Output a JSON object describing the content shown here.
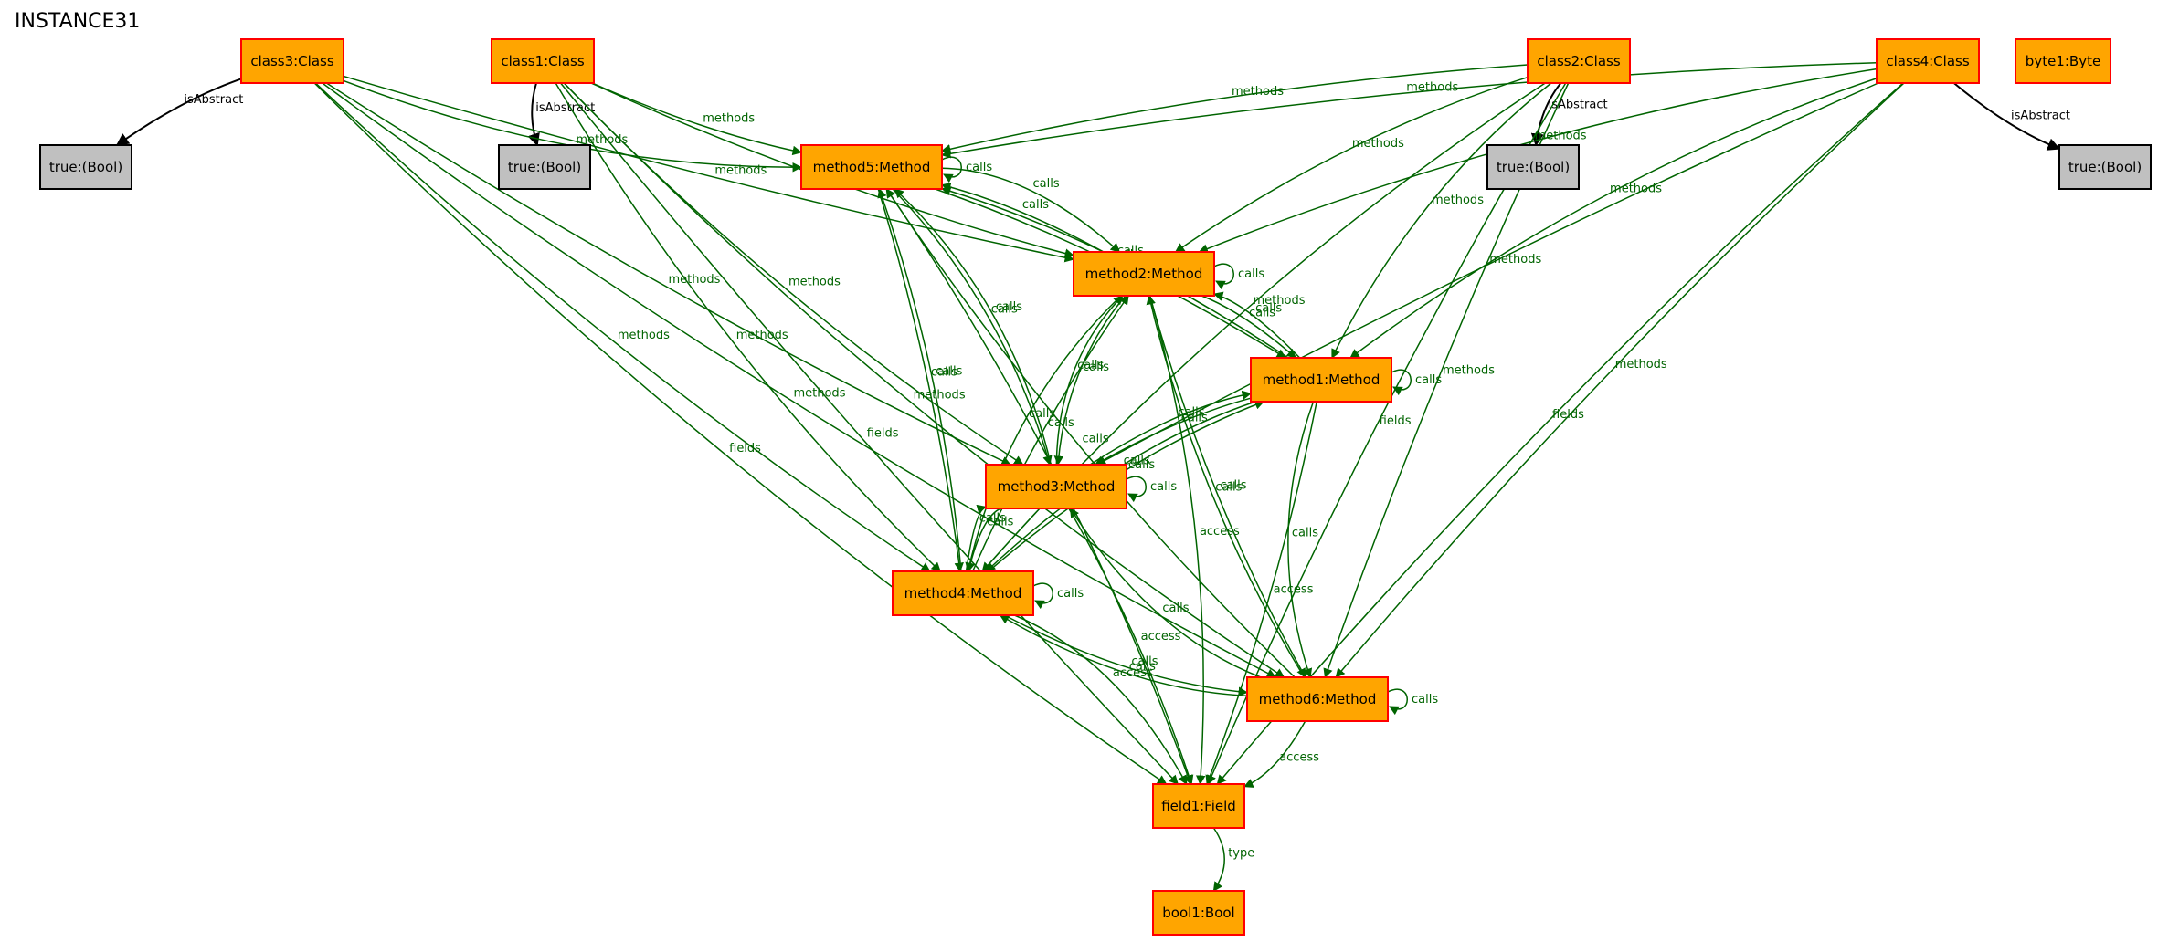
{
  "title": "INSTANCE31",
  "colors": {
    "class_fill": "#ffa500",
    "class_stroke": "#ff0000",
    "bool_fill": "#c0c0c0",
    "bool_stroke": "#000000",
    "edge": "#006400",
    "abstract_edge": "#000000"
  },
  "nodes": [
    {
      "id": "class3",
      "label": "class3:Class",
      "kind": "entity"
    },
    {
      "id": "class1",
      "label": "class1:Class",
      "kind": "entity"
    },
    {
      "id": "class2",
      "label": "class2:Class",
      "kind": "entity"
    },
    {
      "id": "class4",
      "label": "class4:Class",
      "kind": "entity"
    },
    {
      "id": "byte1",
      "label": "byte1:Byte",
      "kind": "entity"
    },
    {
      "id": "true3",
      "label": "true:(Bool)",
      "kind": "value"
    },
    {
      "id": "true1",
      "label": "true:(Bool)",
      "kind": "value"
    },
    {
      "id": "true2",
      "label": "true:(Bool)",
      "kind": "value"
    },
    {
      "id": "true4",
      "label": "true:(Bool)",
      "kind": "value"
    },
    {
      "id": "method5",
      "label": "method5:Method",
      "kind": "entity"
    },
    {
      "id": "method2",
      "label": "method2:Method",
      "kind": "entity"
    },
    {
      "id": "method1",
      "label": "method1:Method",
      "kind": "entity"
    },
    {
      "id": "method3",
      "label": "method3:Method",
      "kind": "entity"
    },
    {
      "id": "method4",
      "label": "method4:Method",
      "kind": "entity"
    },
    {
      "id": "method6",
      "label": "method6:Method",
      "kind": "entity"
    },
    {
      "id": "field1",
      "label": "field1:Field",
      "kind": "entity"
    },
    {
      "id": "bool1",
      "label": "bool1:Bool",
      "kind": "entity"
    }
  ],
  "edges": [
    {
      "from": "class3",
      "to": "true3",
      "label": "isAbstract"
    },
    {
      "from": "class1",
      "to": "true1",
      "label": "isAbstract"
    },
    {
      "from": "class2",
      "to": "true2",
      "label": "isAbstract"
    },
    {
      "from": "class4",
      "to": "true4",
      "label": "isAbstract"
    },
    {
      "from": "class3",
      "to": "method5",
      "label": "methods"
    },
    {
      "from": "class3",
      "to": "method2",
      "label": "methods"
    },
    {
      "from": "class3",
      "to": "method3",
      "label": "methods"
    },
    {
      "from": "class3",
      "to": "method4",
      "label": "methods"
    },
    {
      "from": "class3",
      "to": "method6",
      "label": "methods"
    },
    {
      "from": "class3",
      "to": "field1",
      "label": "fields"
    },
    {
      "from": "class1",
      "to": "method5",
      "label": "methods"
    },
    {
      "from": "class1",
      "to": "method2",
      "label": "methods"
    },
    {
      "from": "class1",
      "to": "method3",
      "label": "methods"
    },
    {
      "from": "class1",
      "to": "method4",
      "label": "methods"
    },
    {
      "from": "class1",
      "to": "method6",
      "label": "methods"
    },
    {
      "from": "class1",
      "to": "field1",
      "label": "fields"
    },
    {
      "from": "class2",
      "to": "method5",
      "label": "methods"
    },
    {
      "from": "class2",
      "to": "method2",
      "label": "methods"
    },
    {
      "from": "class2",
      "to": "method1",
      "label": "methods"
    },
    {
      "from": "class2",
      "to": "method4",
      "label": "methods"
    },
    {
      "from": "class2",
      "to": "method6",
      "label": "methods"
    },
    {
      "from": "class2",
      "to": "field1",
      "label": "fields"
    },
    {
      "from": "class4",
      "to": "method5",
      "label": "methods"
    },
    {
      "from": "class4",
      "to": "method2",
      "label": "methods"
    },
    {
      "from": "class4",
      "to": "method1",
      "label": "methods"
    },
    {
      "from": "class4",
      "to": "method3",
      "label": "methods"
    },
    {
      "from": "class4",
      "to": "method6",
      "label": "methods"
    },
    {
      "from": "class4",
      "to": "field1",
      "label": "fields"
    },
    {
      "from": "method5",
      "to": "method5",
      "label": "calls"
    },
    {
      "from": "method5",
      "to": "method2",
      "label": "calls"
    },
    {
      "from": "method2",
      "to": "method5",
      "label": "calls"
    },
    {
      "from": "method5",
      "to": "method1",
      "label": "calls"
    },
    {
      "from": "method1",
      "to": "method5",
      "label": "calls"
    },
    {
      "from": "method5",
      "to": "method3",
      "label": "calls"
    },
    {
      "from": "method3",
      "to": "method5",
      "label": "calls"
    },
    {
      "from": "method5",
      "to": "method4",
      "label": "calls"
    },
    {
      "from": "method4",
      "to": "method5",
      "label": "calls"
    },
    {
      "from": "method6",
      "to": "method5",
      "label": "calls"
    },
    {
      "from": "method5",
      "to": "field1",
      "label": "access"
    },
    {
      "from": "method2",
      "to": "method2",
      "label": "calls"
    },
    {
      "from": "method2",
      "to": "method1",
      "label": "calls"
    },
    {
      "from": "method1",
      "to": "method2",
      "label": "calls"
    },
    {
      "from": "method2",
      "to": "method3",
      "label": "calls"
    },
    {
      "from": "method3",
      "to": "method2",
      "label": "calls"
    },
    {
      "from": "method2",
      "to": "method4",
      "label": "calls"
    },
    {
      "from": "method4",
      "to": "method2",
      "label": "calls"
    },
    {
      "from": "method2",
      "to": "method6",
      "label": "calls"
    },
    {
      "from": "method6",
      "to": "method2",
      "label": "calls"
    },
    {
      "from": "method2",
      "to": "field1",
      "label": "access"
    },
    {
      "from": "method1",
      "to": "method1",
      "label": "calls"
    },
    {
      "from": "method1",
      "to": "method3",
      "label": "calls"
    },
    {
      "from": "method3",
      "to": "method1",
      "label": "calls"
    },
    {
      "from": "method4",
      "to": "method1",
      "label": "calls"
    },
    {
      "from": "method1",
      "to": "method4",
      "label": "calls"
    },
    {
      "from": "method1",
      "to": "method6",
      "label": "calls"
    },
    {
      "from": "method1",
      "to": "field1",
      "label": "access"
    },
    {
      "from": "method3",
      "to": "method3",
      "label": "calls"
    },
    {
      "from": "method3",
      "to": "method4",
      "label": "calls"
    },
    {
      "from": "method4",
      "to": "method3",
      "label": "calls"
    },
    {
      "from": "method6",
      "to": "method3",
      "label": "calls"
    },
    {
      "from": "method3",
      "to": "field1",
      "label": "access"
    },
    {
      "from": "method4",
      "to": "method4",
      "label": "calls"
    },
    {
      "from": "method4",
      "to": "method6",
      "label": "calls"
    },
    {
      "from": "method6",
      "to": "method4",
      "label": "calls"
    },
    {
      "from": "method4",
      "to": "field1",
      "label": "access"
    },
    {
      "from": "method6",
      "to": "method6",
      "label": "calls"
    },
    {
      "from": "method6",
      "to": "field1",
      "label": "access"
    },
    {
      "from": "field1",
      "to": "bool1",
      "label": "type"
    }
  ]
}
